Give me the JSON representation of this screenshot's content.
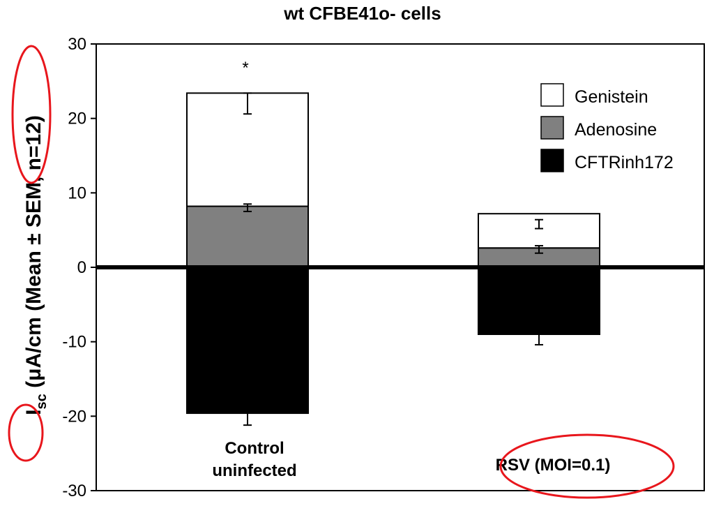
{
  "chart_data": {
    "type": "bar",
    "stacked": true,
    "title": "wt CFBE41o- cells",
    "ylabel_main": "I",
    "ylabel_sub": "sc",
    "ylabel_rest": " (μA/cm  (Mean ± SEM, n=12)",
    "categories": [
      "Control uninfected",
      "RSV (MOI=0.1)"
    ],
    "category_lines": [
      [
        "Control",
        "uninfected"
      ],
      [
        "RSV (MOI=0.1)"
      ]
    ],
    "ylim": [
      -30,
      30
    ],
    "yticks": [
      30,
      20,
      10,
      0,
      -10,
      -20,
      -30
    ],
    "ytick_labels": [
      "30",
      "20",
      "10",
      "0",
      "-10",
      "-20",
      "-30"
    ],
    "grid": false,
    "legend_position": "top-right",
    "series": [
      {
        "name": "Genistein",
        "color": "#ffffff",
        "values": [
          15.2,
          4.6
        ],
        "errors": [
          1.4,
          0.6
        ]
      },
      {
        "name": "Adenosine",
        "color": "#808080",
        "values": [
          8.2,
          2.6
        ],
        "errors": [
          0.5,
          0.5
        ]
      },
      {
        "name": "CFTRinh172",
        "color": "#000000",
        "values": [
          -19.6,
          -9.0
        ],
        "errors": [
          1.6,
          1.4
        ]
      }
    ],
    "annotations": [
      {
        "text": "*",
        "category": "Control uninfected"
      }
    ],
    "highlight_color": "#e8161c"
  }
}
